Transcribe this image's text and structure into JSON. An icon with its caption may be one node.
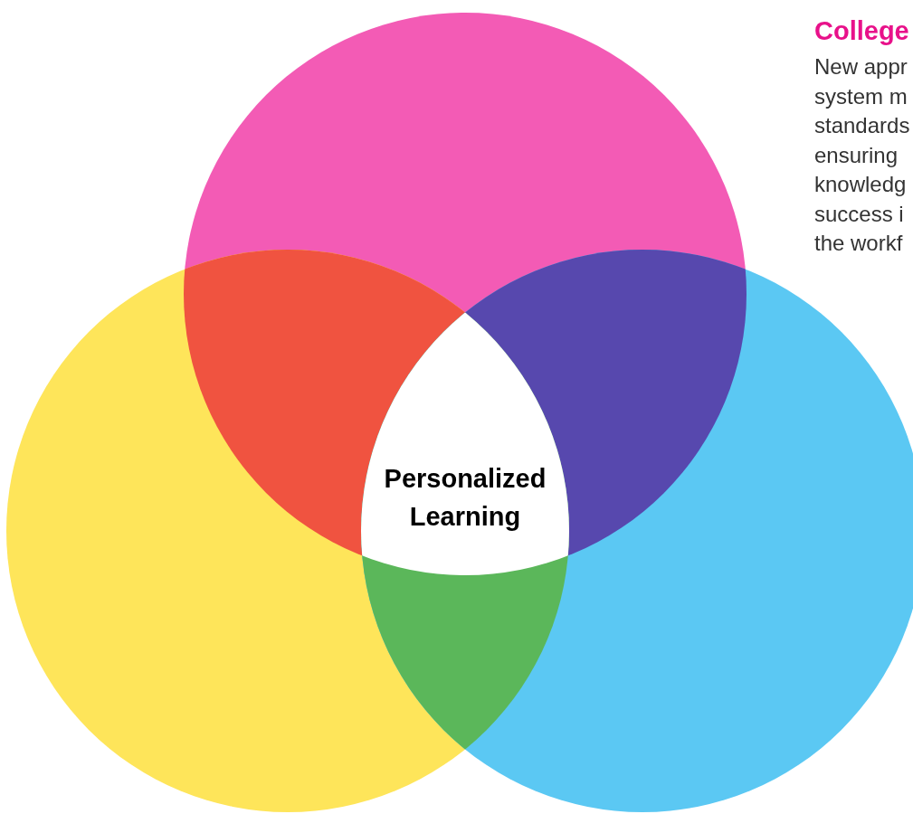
{
  "diagram": {
    "nodes": [
      {
        "text": [
          "Personalized Learning"
        ]
      }
    ],
    "labels": [
      "College",
      "New appr system m standards ensuring knowledg success i the workf"
    ]
  }
}
